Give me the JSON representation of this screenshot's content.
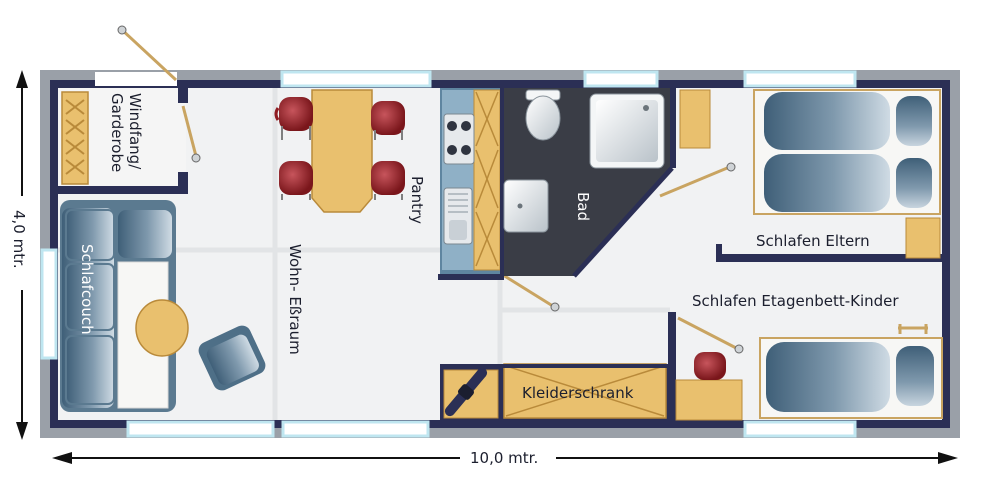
{
  "dimensions": {
    "width_label": "10,0 mtr.",
    "height_label": "4,0 mtr."
  },
  "rooms": {
    "entry": "Windfang/\nGarderobe",
    "living": "Wohn- Eßraum",
    "pantry": "Pantry",
    "bath": "Bad",
    "parents": "Schlafen Eltern",
    "kids": "Schlafen Etagenbett-Kinder",
    "sofa": "Schlafcouch",
    "wardrobe": "Kleiderschrank"
  },
  "colors": {
    "wall": "#2b2f55",
    "wall_frame": "#9aa0a8",
    "floor": "#f1f2f3",
    "wood": "#e9c06e",
    "wood_dark": "#b98a3a",
    "furniture_blue": "#4e6f87",
    "bath_floor": "#3a3d46",
    "window": "#bfe6f0",
    "chair_red": "#8f1c22"
  }
}
